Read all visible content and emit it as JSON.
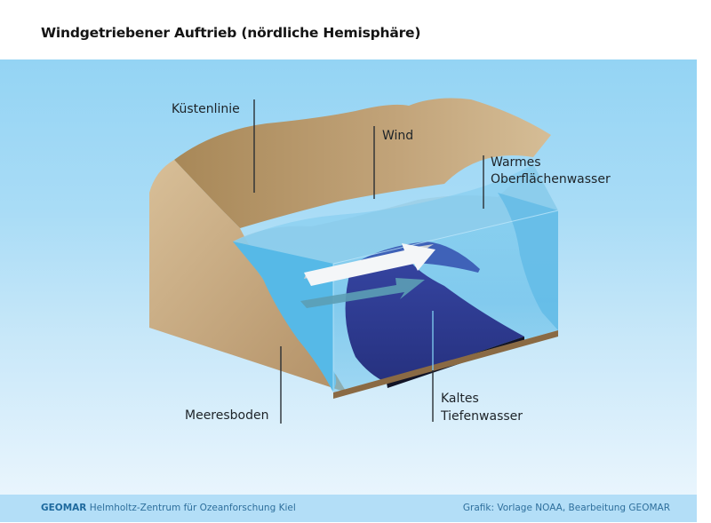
{
  "title": "Windgetriebener Auftrieb (nördliche Hemisphäre)",
  "labels": {
    "coastline": "Küstenlinie",
    "wind": "Wind",
    "warm_water_line1": "Warmes",
    "warm_water_line2": "Oberflächenwasser",
    "seafloor": "Meeresboden",
    "cold_water_line1": "Kaltes",
    "cold_water_line2": "Tiefenwasser"
  },
  "footer": {
    "brand": "GEOMAR",
    "institution": " Helmholtz-Zentrum für Ozeanforschung Kiel",
    "credit": "Grafik: Vorlage NOAA, Bearbeitung GEOMAR"
  },
  "colors": {
    "sky_top": "#94d4f4",
    "sky_bottom": "#e9f5fd",
    "land": "#c8aa80",
    "land_dark": "#ad8d62",
    "water_light": "#7cc8ec",
    "water_mid": "#4ab2e3",
    "deep_water": "#2b3a94",
    "wind_arrow": "#f4f6f8",
    "current_arrow": "#5c9fb5",
    "footer_bg": "#b3def7",
    "footer_text": "#2e6f9c"
  }
}
